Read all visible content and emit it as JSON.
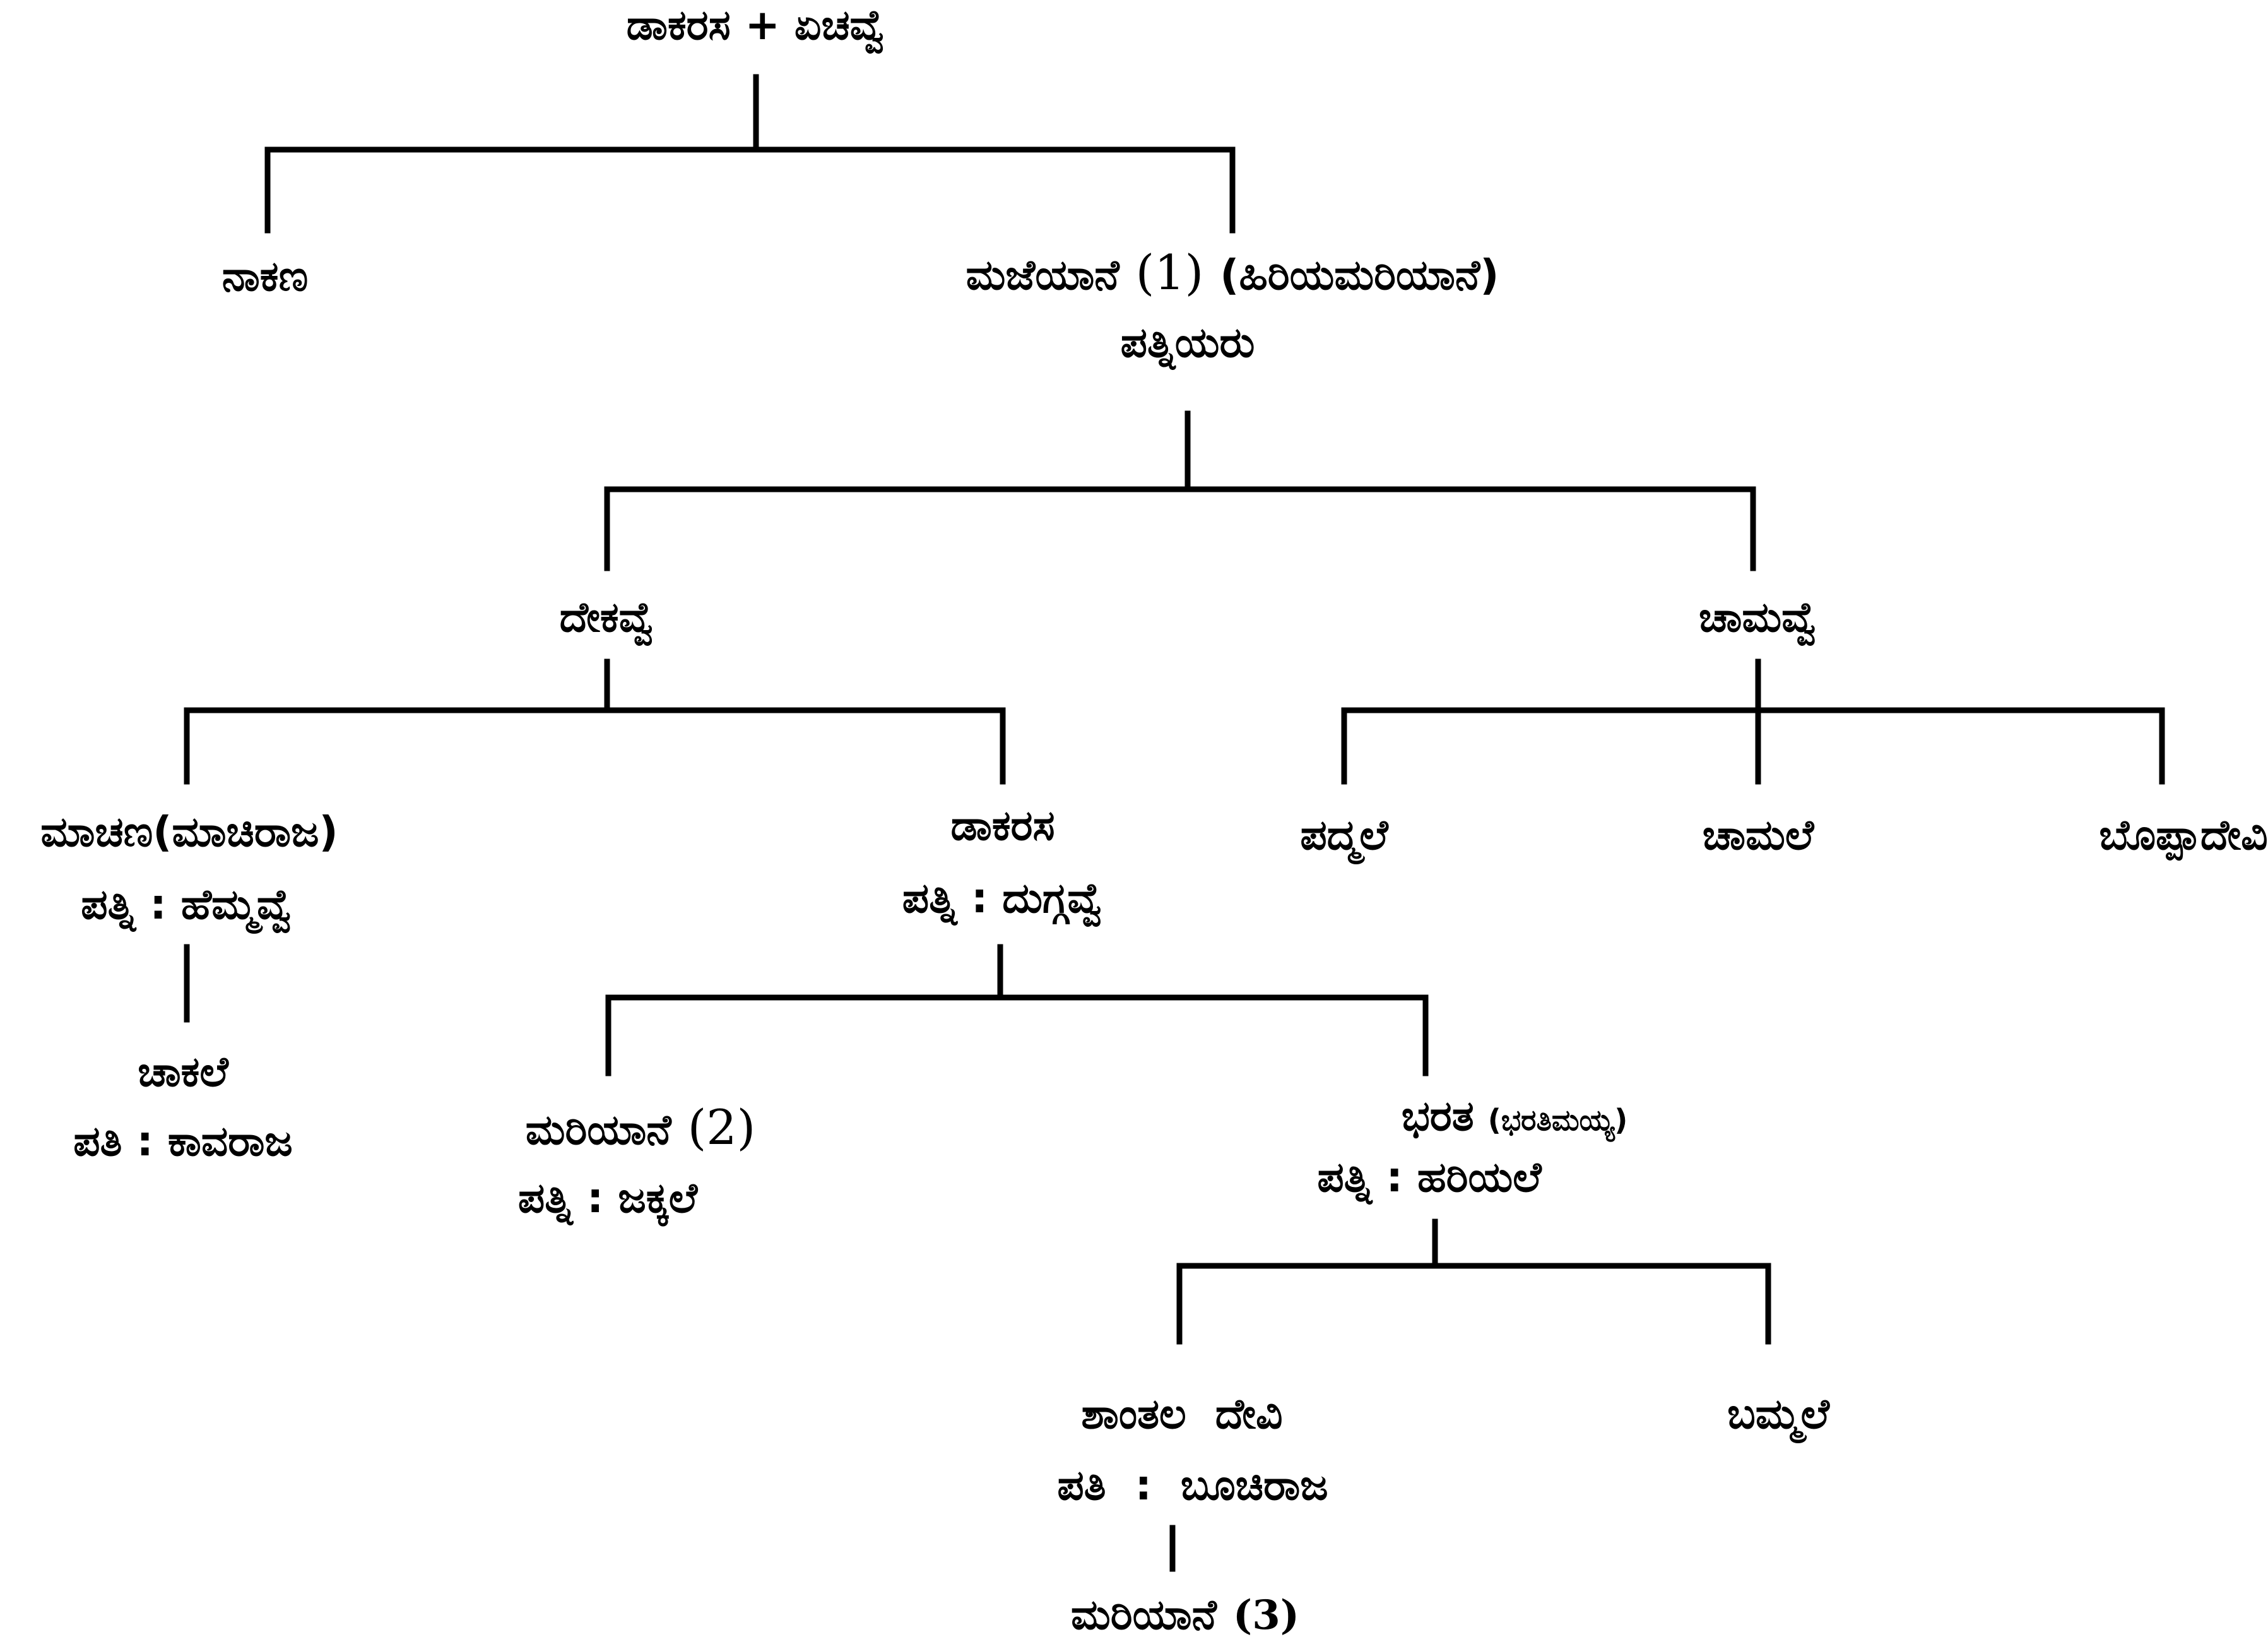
{
  "nodes": {
    "root": {
      "name": "ಡಾಕರಸ + ಏಚವ್ವೆ"
    },
    "nakana": {
      "name": "ನಾಕಣ"
    },
    "mariyane1": {
      "name": "ಮಜೆಯಾನೆ",
      "number": "(1)",
      "alias": "(ಹಿರಿಯಮರಿಯಾನೆ)",
      "spouse": "ಪತ್ನಿಯರು"
    },
    "dekavve": {
      "name": "ದೇಕವ್ವೆ"
    },
    "chamavve": {
      "name": "ಚಾಮವ್ವೆ"
    },
    "machana": {
      "name": "ಮಾಚಣ(ಮಾಚಿರಾಜ)",
      "spouse": "ಪತ್ನಿ : ಹೆಮ್ಮವ್ವೆ"
    },
    "dakarasa": {
      "name": "ಡಾಕರಸ",
      "spouse": "ಪತ್ನಿ : ದುಗ್ಗವ್ವೆ"
    },
    "padmale": {
      "name": "ಪದ್ಮಲೆ"
    },
    "chamale": {
      "name": "ಚಾಮಲೆ"
    },
    "boppadevi": {
      "name": "ಬೊಪ್ಪಾದೇವಿ"
    },
    "chakale": {
      "name": "ಚಾಕಲೆ",
      "spouse": "ಪತಿ : ಕಾವರಾಜ"
    },
    "mariyane2": {
      "name": "ಮರಿಯಾನೆ",
      "number": "(2)",
      "spouse": "ಪತ್ನಿ : ಜಕ್ಕಲೆ"
    },
    "bharata": {
      "name": "ಭರತ",
      "alias": "(ಭರತಿಮಯ್ಯ)",
      "spouse": "ಪತ್ನಿ : ಹರಿಯಲೆ"
    },
    "shantala": {
      "name": "ಶಾಂತಲ  ದೇವಿ",
      "spouse": "ಪತಿ  :  ಬೂಚಿರಾಜ"
    },
    "bammale": {
      "name": "ಬಮ್ಮಲೆ"
    },
    "mariyane3": {
      "name": "ಮರಿಯಾನೆ",
      "number": "(3)"
    }
  }
}
